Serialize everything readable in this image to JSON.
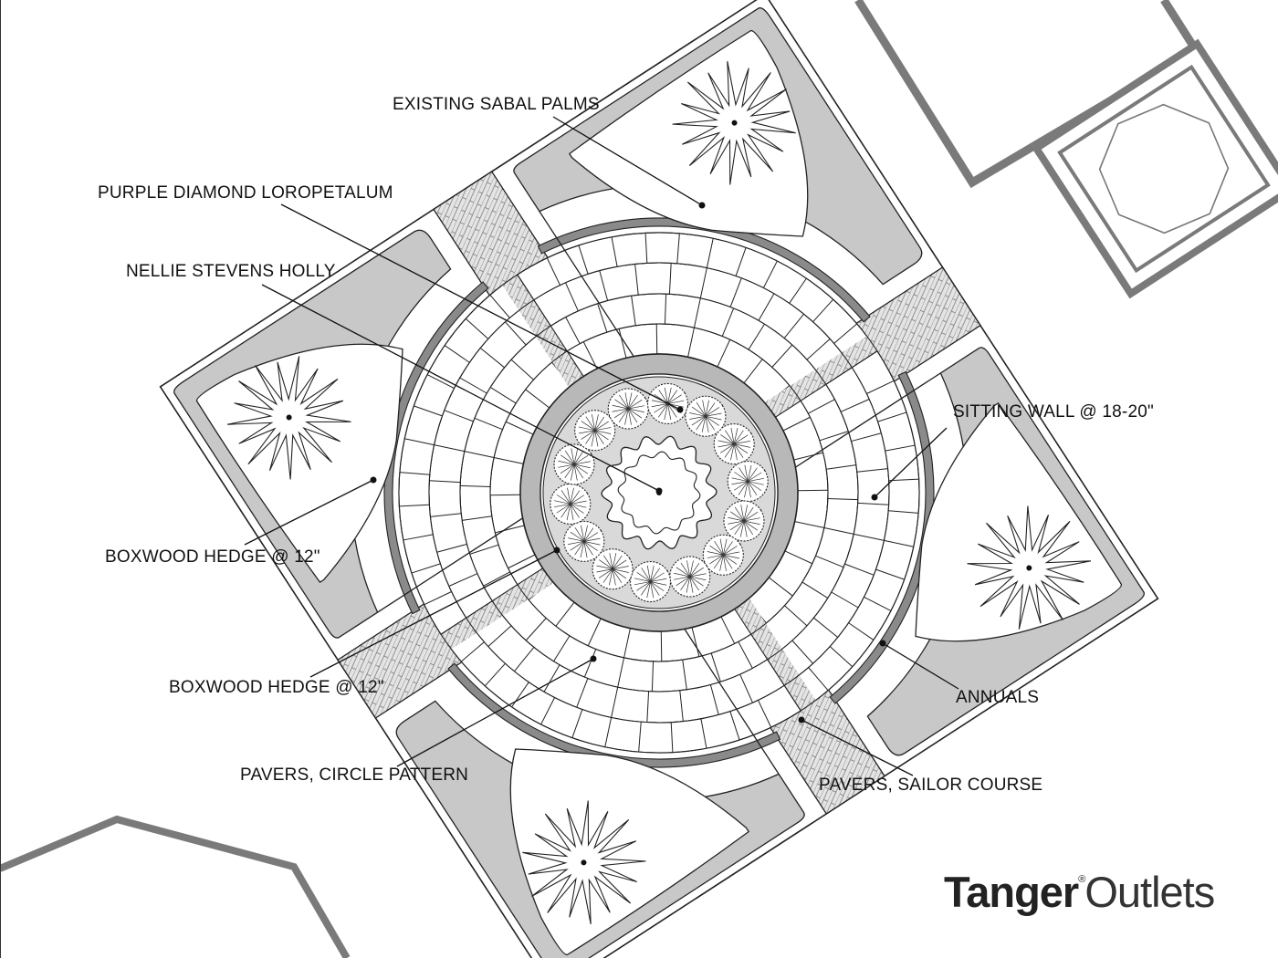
{
  "labels": {
    "existing_sabal_palms": "EXISTING SABAL PALMS",
    "purple_diamond_loropetalum": "PURPLE DIAMOND LOROPETALUM",
    "nellie_stevens_holly": "NELLIE STEVENS HOLLY",
    "sitting_wall": "SITTING WALL @ 18-20\"",
    "boxwood_hedge_1": "BOXWOOD HEDGE @ 12\"",
    "boxwood_hedge_2": "BOXWOOD HEDGE @ 12\"",
    "annuals": "ANNUALS",
    "pavers_circle_pattern": "PAVERS, CIRCLE PATTERN",
    "pavers_sailor_course": "PAVERS, SAILOR COURSE"
  },
  "logo": {
    "bold": "Tanger",
    "registered": "®",
    "light": "Outlets"
  },
  "colors": {
    "line": "#222222",
    "planting_bed": "#c8c8c8",
    "sitting_wall": "#8a8a8a",
    "building_outline": "#7a7a7a",
    "paper": "#ffffff"
  }
}
